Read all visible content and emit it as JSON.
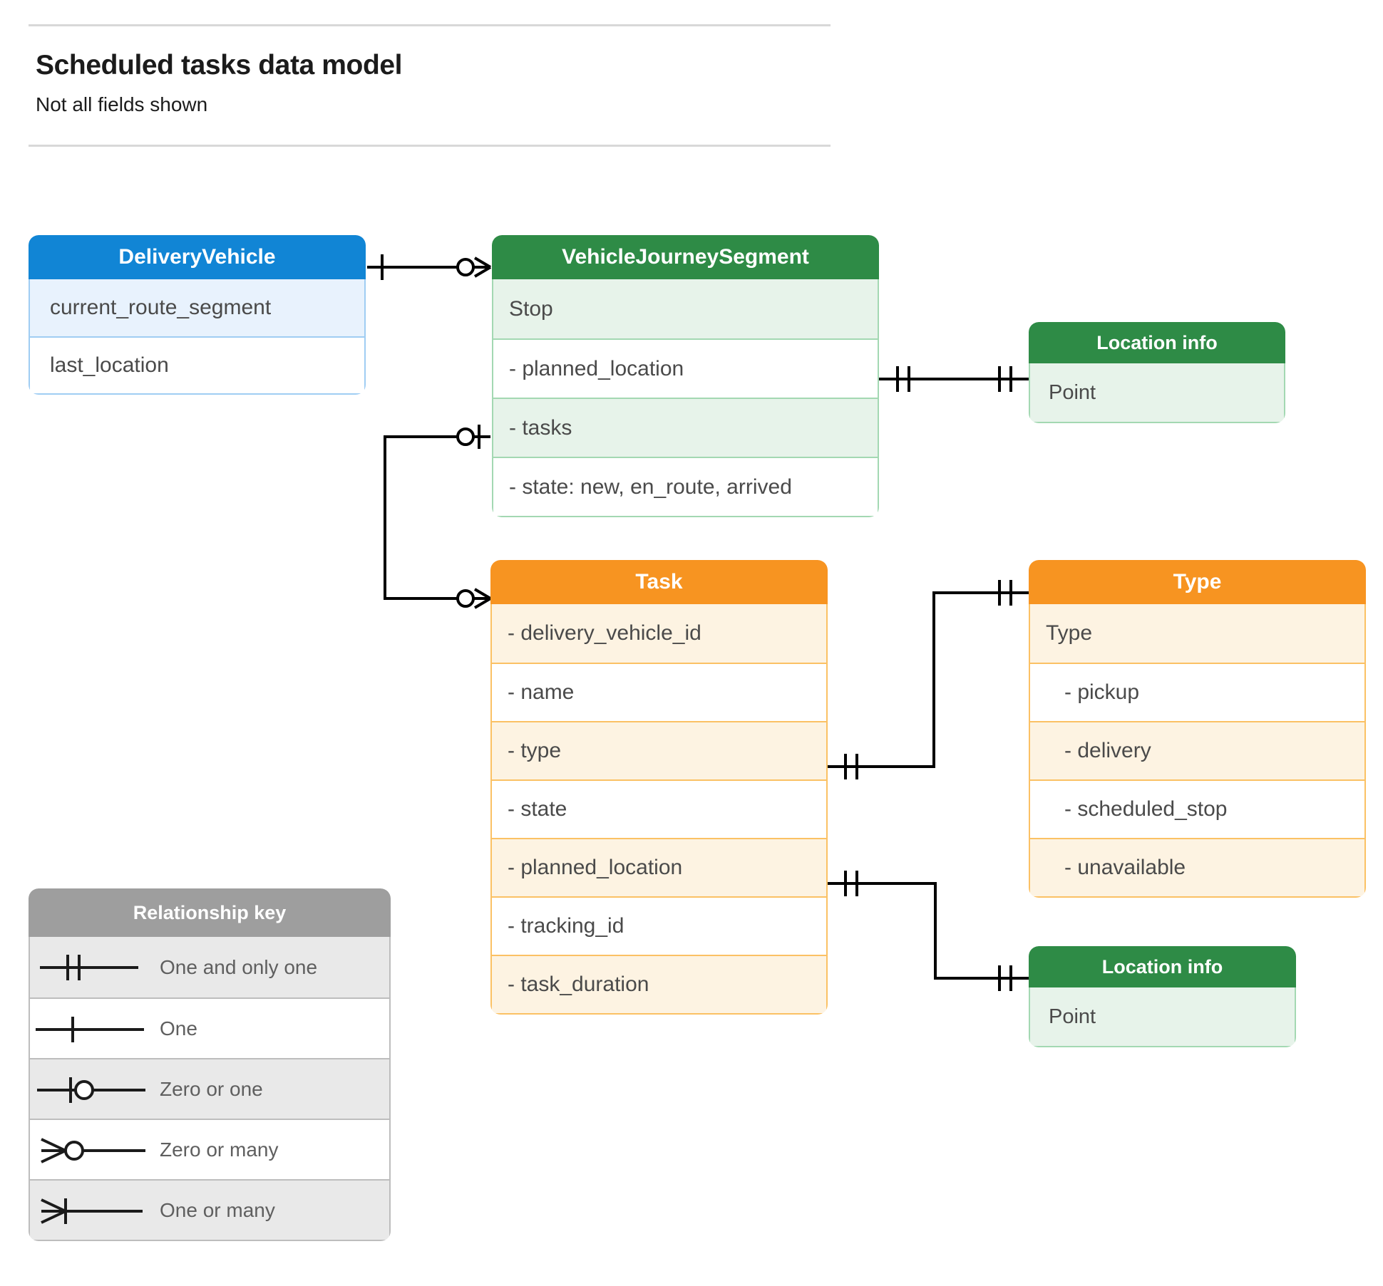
{
  "header": {
    "title": "Scheduled tasks data model",
    "subtitle": "Not all fields shown"
  },
  "colors": {
    "blue_header": "#1185d5",
    "blue_row_alt": "#e8f2fd",
    "blue_border": "#9fcdf3",
    "green_header": "#2e8b46",
    "green_row_alt": "#e7f3ea",
    "green_border": "#a3d8b2",
    "orange_header": "#f79421",
    "orange_row_alt": "#fdf3e2",
    "orange_border": "#fbc164",
    "grey_header": "#9e9e9e",
    "grey_row_alt": "#e9e9e9",
    "connector": "#000000",
    "text": "#4a4a4a",
    "title_text": "#1b1b1b"
  },
  "entities": {
    "delivery_vehicle": {
      "title": "DeliveryVehicle",
      "color": "blue",
      "rows": [
        "current_route_segment",
        "last_location"
      ]
    },
    "journey_segment": {
      "title": "VehicleJourneySegment",
      "color": "green",
      "rows": [
        "Stop",
        "-  planned_location",
        "- tasks",
        "- state: new, en_route, arrived"
      ]
    },
    "location_top": {
      "title": "Location info",
      "color": "green",
      "rows": [
        "Point"
      ]
    },
    "task": {
      "title": "Task",
      "color": "orange",
      "rows": [
        "- delivery_vehicle_id",
        "- name",
        "- type",
        "- state",
        "- planned_location",
        "- tracking_id",
        "- task_duration"
      ]
    },
    "type": {
      "title": "Type",
      "color": "orange",
      "rows": [
        "Type",
        "-   pickup",
        "-   delivery",
        "-   scheduled_stop",
        "-   unavailable"
      ]
    },
    "location_bottom": {
      "title": "Location info",
      "color": "green",
      "rows": [
        "Point"
      ]
    }
  },
  "relationship_key": {
    "title": "Relationship key",
    "items": [
      {
        "symbol": "one-and-only-one",
        "label": "One and only one"
      },
      {
        "symbol": "one",
        "label": "One"
      },
      {
        "symbol": "zero-or-one",
        "label": "Zero or one"
      },
      {
        "symbol": "zero-or-many",
        "label": "Zero or many"
      },
      {
        "symbol": "one-or-many",
        "label": "One or many"
      }
    ]
  },
  "relationships": [
    {
      "from": "DeliveryVehicle",
      "from_cardinality": "one",
      "to": "VehicleJourneySegment",
      "to_cardinality": "zero-or-many"
    },
    {
      "from": "VehicleJourneySegment.planned_location",
      "from_cardinality": "one-and-only-one",
      "to": "Location info",
      "to_cardinality": "one-and-only-one"
    },
    {
      "from": "VehicleJourneySegment.tasks",
      "from_cardinality": "zero-or-one",
      "to": "Task",
      "to_cardinality": "zero-or-many"
    },
    {
      "from": "Task.type",
      "from_cardinality": "one-and-only-one",
      "to": "Type",
      "to_cardinality": "one-and-only-one"
    },
    {
      "from": "Task.planned_location",
      "from_cardinality": "one-and-only-one",
      "to": "Location info",
      "to_cardinality": "one-and-only-one"
    }
  ]
}
